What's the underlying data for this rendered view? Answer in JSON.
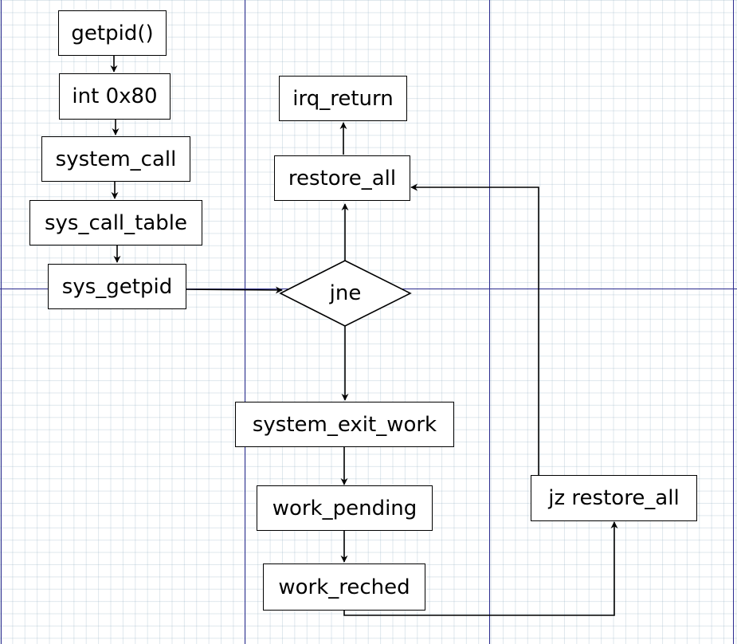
{
  "diagram": {
    "nodes": {
      "getpid": "getpid()",
      "int80": "int 0x80",
      "system_call": "system_call",
      "sys_call_table": "sys_call_table",
      "sys_getpid": "sys_getpid",
      "jne": "jne",
      "restore_all": "restore_all",
      "irq_return": "irq_return",
      "system_exit_work": "system_exit_work",
      "work_pending": "work_pending",
      "work_reched": "work_reched",
      "jz_restore_all": "jz restore_all"
    },
    "edges": [
      {
        "from": "getpid",
        "to": "int80"
      },
      {
        "from": "int80",
        "to": "system_call"
      },
      {
        "from": "system_call",
        "to": "sys_call_table"
      },
      {
        "from": "sys_call_table",
        "to": "sys_getpid"
      },
      {
        "from": "sys_getpid",
        "to": "jne"
      },
      {
        "from": "jne",
        "to": "restore_all"
      },
      {
        "from": "restore_all",
        "to": "irq_return"
      },
      {
        "from": "jne",
        "to": "system_exit_work"
      },
      {
        "from": "system_exit_work",
        "to": "work_pending"
      },
      {
        "from": "work_pending",
        "to": "work_reched"
      },
      {
        "from": "work_reched",
        "to": "jz_restore_all"
      },
      {
        "from": "jz_restore_all",
        "to": "restore_all"
      }
    ]
  }
}
